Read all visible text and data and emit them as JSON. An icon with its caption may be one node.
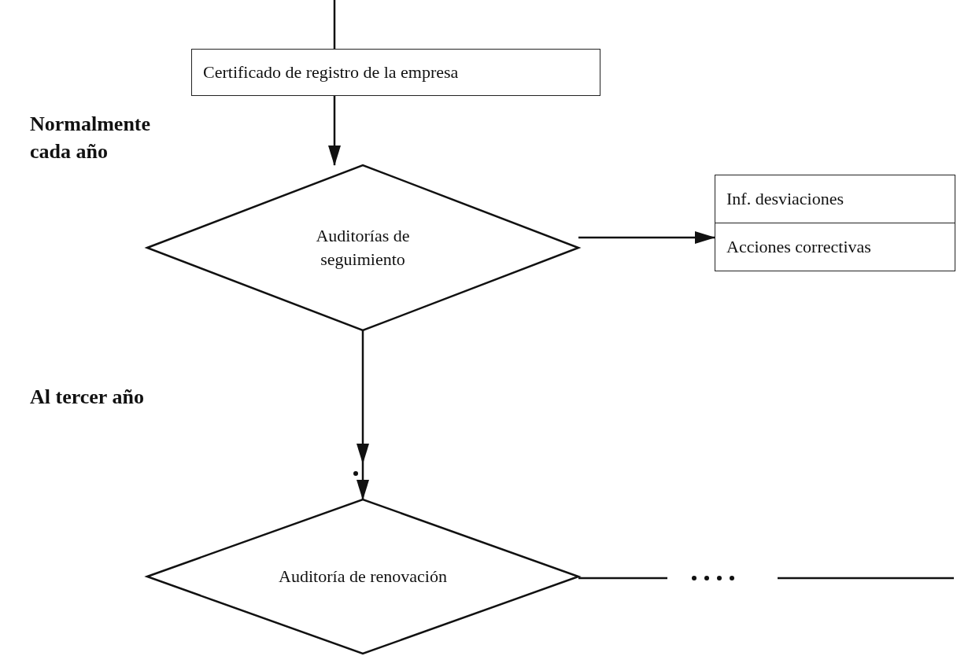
{
  "diagram": {
    "nodes": [
      {
        "text": [
          "Certificado de registro de la empresa"
        ]
      },
      {
        "text": [
          "Auditorías de seguimiento"
        ]
      },
      {
        "text": [
          "Inf. desviaciones"
        ]
      },
      {
        "text": [
          "Acciones correctivas"
        ]
      },
      {
        "text": [
          "Auditoría de renovación"
        ]
      }
    ],
    "edges": [
      {
        "from": null,
        "to": 0,
        "arrow": "none"
      },
      {
        "from": 0,
        "to": 1,
        "arrow": "to"
      },
      {
        "from": 1,
        "to": 3,
        "arrow": "to"
      },
      {
        "from": 1,
        "to": 4,
        "arrow": "to"
      },
      {
        "from": 4,
        "to": null,
        "arrow": "none"
      }
    ],
    "labels": [
      "Normalmente cada año",
      "Al tercer año"
    ]
  }
}
